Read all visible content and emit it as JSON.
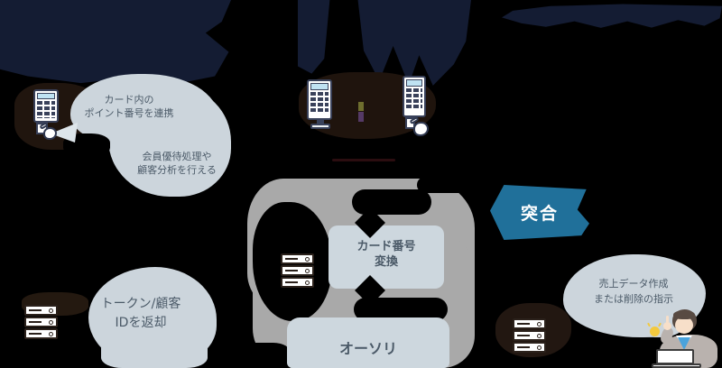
{
  "diagram": {
    "bubbles": {
      "card_point": {
        "line1": "カード内の",
        "line2": "ポイント番号を連携"
      },
      "member_benefit": {
        "line1": "会員優待処理や",
        "line2": "顧客分析を行える"
      },
      "token_return": {
        "line1": "トークン/顧客",
        "line2": "IDを返却"
      },
      "sales_data": {
        "line1": "売上データ作成",
        "line2": "または削除の指示"
      }
    },
    "nodes": {
      "card_conversion": {
        "line1": "カード番号",
        "line2": "変換"
      },
      "authorization": {
        "label": "オーソリ"
      },
      "matching": {
        "label": "突合"
      }
    },
    "icons": [
      "pos-terminal-icon",
      "server-icon",
      "person-laptop-icon",
      "lightbulb-icon",
      "hand-icon"
    ],
    "colors": {
      "background": "#000000",
      "navy_header": "#141c33",
      "bubble": "#ccd5dc",
      "panel": "#cdd7de",
      "gray_ring": "#a9a9a9",
      "matching_banner": "#20709a",
      "text": "#4b5a68",
      "banner_text": "#ffffff",
      "terminal_screen": "#bfe2f2",
      "lightbulb": "#f3c93e",
      "shirt": "#4aa3dc"
    }
  }
}
